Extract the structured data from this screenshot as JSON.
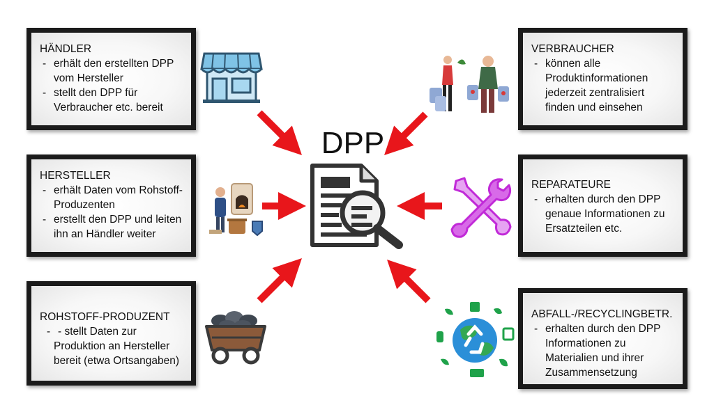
{
  "center": {
    "label": "DPP"
  },
  "boxes": {
    "haendler": {
      "title": "HÄNDLER",
      "items": [
        "erhält den erstellten DPP vom Hersteller",
        "stellt den DPP für Verbraucher etc. bereit"
      ]
    },
    "hersteller": {
      "title": "HERSTELLER",
      "items": [
        "erhält Daten vom Rohstoff-Produzenten",
        "erstellt den DPP und leiten ihn an Händler weiter"
      ]
    },
    "rohstoff": {
      "title": "ROHSTOFF-PRODUZENT",
      "items": [
        "- stellt Daten zur Produktion an Hersteller bereit (etwa Ortsangaben)"
      ]
    },
    "verbraucher": {
      "title": "VERBRAUCHER",
      "items": [
        "können alle Produktinformationen jederzeit zentralisiert finden und einsehen"
      ]
    },
    "reparateure": {
      "title": "REPARATEURE",
      "items": [
        "erhalten durch den DPP genaue Informationen zu Ersatzteilen etc."
      ]
    },
    "abfall": {
      "title": "ABFALL-/RECYCLINGBETR.",
      "items": [
        "erhalten durch den DPP Informationen zu Materialien und ihrer Zusammensetzung"
      ]
    }
  },
  "icons": [
    "shop-icon",
    "blacksmith-icon",
    "mine-cart-icon",
    "shoppers-icon",
    "tools-icon",
    "recycling-globe-icon",
    "document-search-icon"
  ],
  "colors": {
    "arrow": "#e8161b",
    "box_frame": "#1b1b1b",
    "tools": "#d24ee8",
    "recycle_green": "#1fa24a",
    "document": "#3a3a3a"
  }
}
